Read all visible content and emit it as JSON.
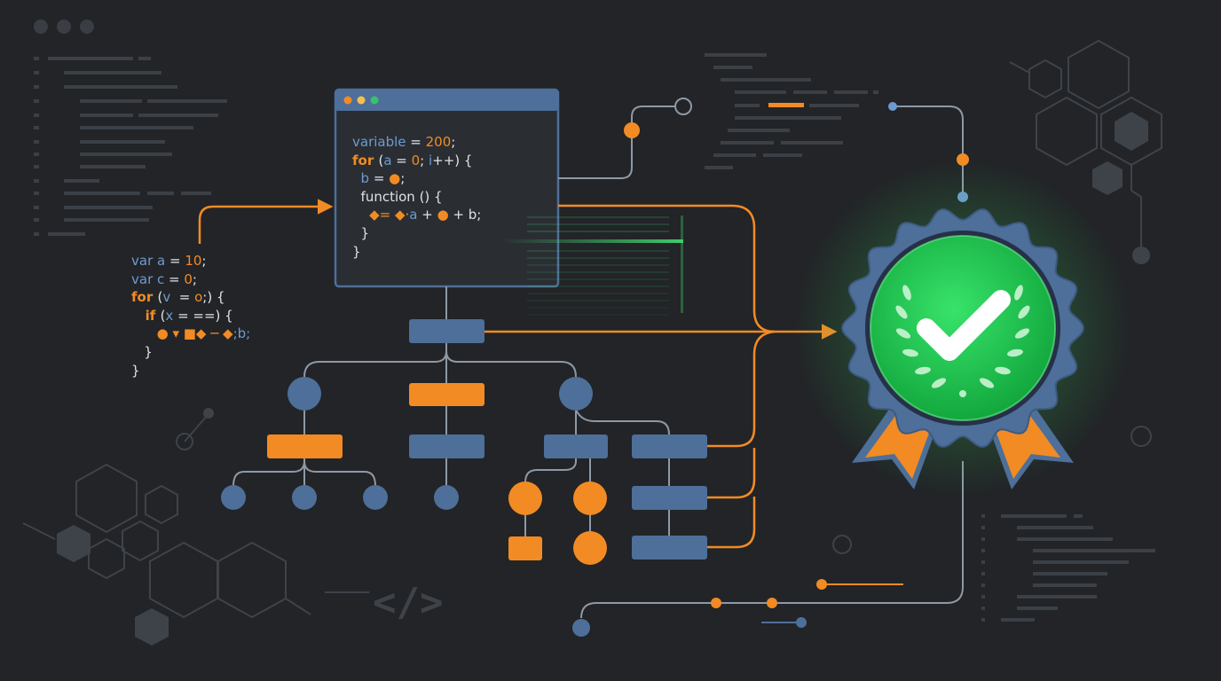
{
  "colors": {
    "background": "#222427",
    "node_blue": "#4d6f99",
    "orange": "#f28b24",
    "green": "#2fd05a",
    "line_gray": "#8f99a5",
    "text": "#dde3ea"
  },
  "window_dots": [
    "#f28b24",
    "#f5c14b",
    "#37c26b"
  ],
  "editor_code": [
    [
      {
        "t": "variable ",
        "c": "blue"
      },
      {
        "t": "= ",
        "c": "plain"
      },
      {
        "t": "200",
        "c": "orange"
      },
      {
        "t": ";",
        "c": "plain"
      }
    ],
    [
      {
        "t": "for ",
        "c": "kw"
      },
      {
        "t": "(",
        "c": "plain"
      },
      {
        "t": "a ",
        "c": "blue"
      },
      {
        "t": "= ",
        "c": "plain"
      },
      {
        "t": "0",
        "c": "orange"
      },
      {
        "t": "; ",
        "c": "plain"
      },
      {
        "t": "i",
        "c": "blue"
      },
      {
        "t": "++) {",
        "c": "plain"
      }
    ],
    [
      {
        "t": "  b ",
        "c": "blue"
      },
      {
        "t": "= ",
        "c": "plain"
      },
      {
        "t": "●",
        "c": "orange"
      },
      {
        "t": ";",
        "c": "plain"
      }
    ],
    [
      {
        "t": "  function () {",
        "c": "plain"
      }
    ],
    [
      {
        "t": "    ◆= ◆·",
        "c": "orange"
      },
      {
        "t": "a ",
        "c": "blue"
      },
      {
        "t": "+ ",
        "c": "plain"
      },
      {
        "t": "●",
        "c": "orange"
      },
      {
        "t": " + b;",
        "c": "plain"
      }
    ],
    [
      {
        "t": "  }",
        "c": "plain"
      }
    ],
    [
      {
        "t": "}",
        "c": "plain"
      }
    ]
  ],
  "side_code": [
    [
      {
        "t": "var ",
        "c": "blue"
      },
      {
        "t": "a ",
        "c": "blue"
      },
      {
        "t": "= ",
        "c": "plain"
      },
      {
        "t": "10",
        "c": "orange"
      },
      {
        "t": ";",
        "c": "plain"
      }
    ],
    [
      {
        "t": "var ",
        "c": "blue"
      },
      {
        "t": "c ",
        "c": "blue"
      },
      {
        "t": "= ",
        "c": "plain"
      },
      {
        "t": "0",
        "c": "orange"
      },
      {
        "t": ";",
        "c": "plain"
      }
    ],
    [
      {
        "t": "for ",
        "c": "kw"
      },
      {
        "t": "(",
        "c": "plain"
      },
      {
        "t": "v ",
        "c": "blue"
      },
      {
        "t": " = ",
        "c": "plain"
      },
      {
        "t": "o",
        "c": "orange"
      },
      {
        "t": ";) {",
        "c": "plain"
      }
    ],
    [
      {
        "t": "   if ",
        "c": "kw"
      },
      {
        "t": "(",
        "c": "plain"
      },
      {
        "t": "x ",
        "c": "blue"
      },
      {
        "t": "= ==) {",
        "c": "plain"
      }
    ],
    [
      {
        "t": "      ● ▾ ■◆ ─ ◆",
        "c": "orange"
      },
      {
        "t": ";b;",
        "c": "blue"
      }
    ],
    [
      {
        "t": "   }",
        "c": "plain"
      }
    ],
    [
      {
        "t": "}",
        "c": "plain"
      }
    ]
  ],
  "code_tag_glyph": "</>",
  "badge": {
    "check_icon": "check-icon",
    "laurel_icon": "laurel-icon"
  }
}
